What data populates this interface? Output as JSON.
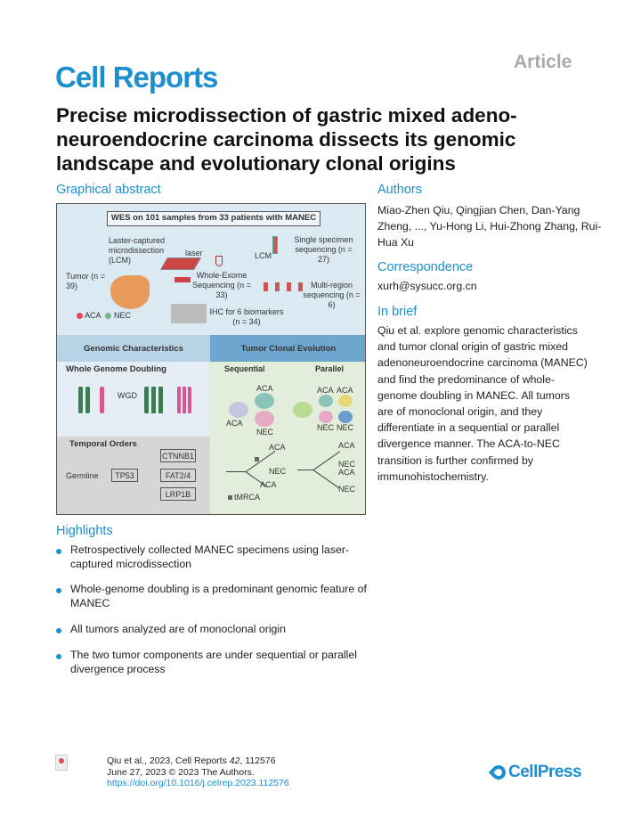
{
  "header": {
    "journal": "Cell Reports",
    "article_type": "Article"
  },
  "title": "Precise microdissection of gastric mixed adeno-neuroendocrine carcinoma dissects its genomic landscape and evolutionary clonal origins",
  "graphical_abstract": {
    "heading": "Graphical abstract",
    "banner": "WES on 101 samples from 33 patients with MANEC",
    "lcm": "Laster-captured microdissection (LCM)",
    "laser": "laser",
    "tumor": "Tumor (n = 39)",
    "wes": "Whole-Exome Sequencing (n = 33)",
    "lcm_short": "LCM",
    "single": "Single specimen sequencing (n = 27)",
    "multi": "Multi-region sequencing (n = 6)",
    "ihc": "IHC for 6 biomarkers (n = 34)",
    "legend_aca": "ACA",
    "legend_nec": "NEC",
    "genomic": "Genomic Characteristics",
    "clonal": "Tumor Clonal Evolution",
    "wgd_title": "Whole Genome Doubling",
    "wgd": "WGD",
    "temporal": "Temporal Orders",
    "germline": "Germline",
    "genes": [
      "TP53",
      "CTNNB1",
      "FAT2/4",
      "LRP1B"
    ],
    "sequential": "Sequential",
    "parallel": "Parallel",
    "aca": "ACA",
    "nec": "NEC",
    "tmrca": "tMRCA"
  },
  "authors": {
    "heading": "Authors",
    "names": "Miao-Zhen Qiu, Qingjian Chen, Dan-Yang Zheng, ..., Yu-Hong Li, Hui-Zhong Zhang, Rui-Hua Xu"
  },
  "correspondence": {
    "heading": "Correspondence",
    "email": "xurh@sysucc.org.cn"
  },
  "in_brief": {
    "heading": "In brief",
    "text": "Qiu et al. explore genomic characteristics and tumor clonal origin of gastric mixed adenoneuroendocrine carcinoma (MANEC) and find the predominance of whole-genome doubling in MANEC. All tumors are of monoclonal origin, and they differentiate in a sequential or parallel divergence manner. The ACA-to-NEC transition is further confirmed by immunohistochemistry."
  },
  "highlights": {
    "heading": "Highlights",
    "items": [
      "Retrospectively collected MANEC specimens using laser-captured microdissection",
      "Whole-genome doubling is a predominant genomic feature of MANEC",
      "All tumors analyzed are of monoclonal origin",
      "The two tumor components are under sequential or parallel divergence process"
    ]
  },
  "footer": {
    "citation_prefix": "Qiu et al., 2023, Cell Reports ",
    "volume": "42",
    "citation_suffix": ", 112576",
    "date": "June 27, 2023 © 2023 The Authors.",
    "doi": "https://doi.org/10.1016/j.celrep.2023.112576",
    "publisher": "CellPress"
  },
  "colors": {
    "brand": "#1b8fcf",
    "aca": "#e04b5a",
    "nec": "#7fb38f"
  }
}
